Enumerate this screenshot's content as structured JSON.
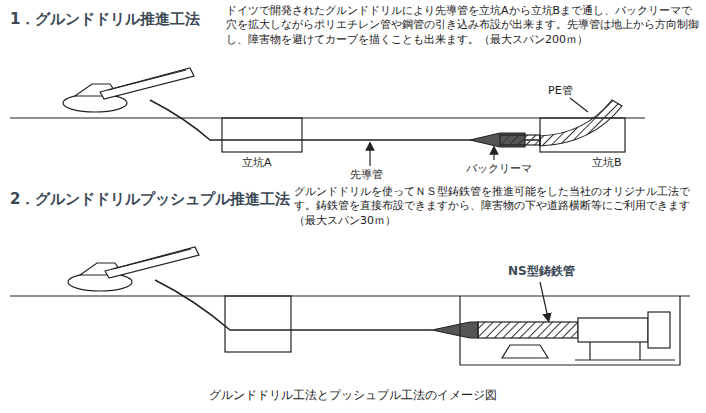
{
  "diagram": {
    "caption": "グルンドドリル工法とプッシュプル工法のイメージ図",
    "labels": [
      "1．グルンドドリル推進工法",
      "ドイツで開発されたグルンドドリルにより先導管を立坑Aから立坑Bまで通し、バックリーマで穴を拡大しながらポリエチレン管や鋼管の引き込み布設が出来ます。先導管は地上から方向制御し、障害物を避けてカーブを描くことも出来ます。（最大スパン200ｍ）",
      "PE管",
      "立坑A",
      "先導管",
      "バックリーマ",
      "立坑B",
      "2．グルンドドリルプッシュプル推進工法",
      "グルンドドリルを使ってＮＳ型鋳鉄管を推進可能をした当社のオリジナル工法です。鋳鉄管を直接布設できますから、障害物の下や道路横断等にご利用できます（最大スパン30ｍ）",
      "NS型鋳鉄管"
    ]
  }
}
